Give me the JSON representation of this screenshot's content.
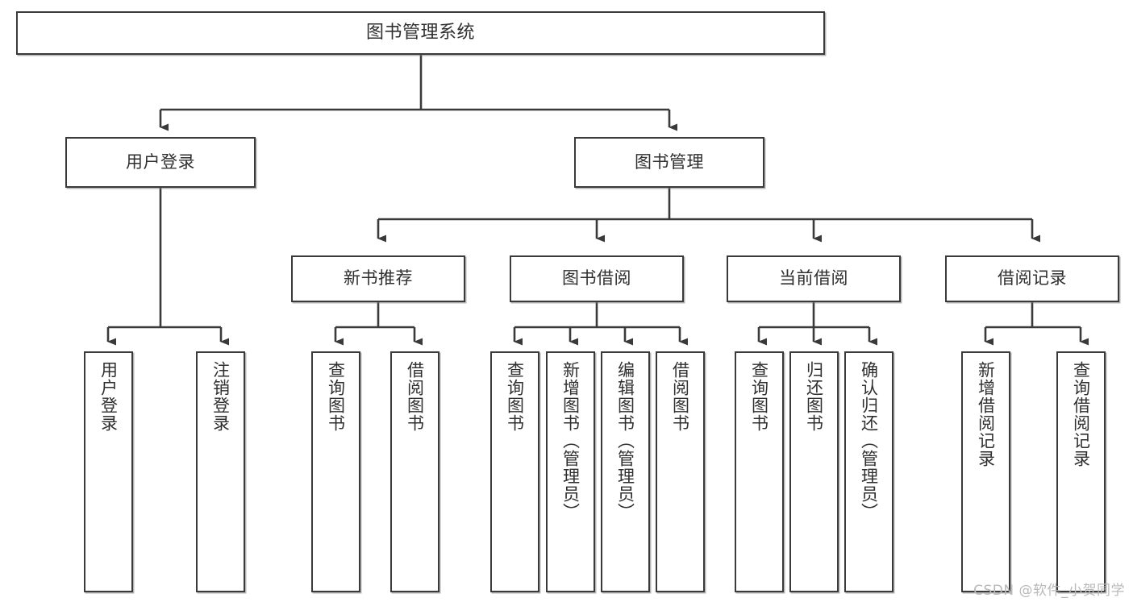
{
  "diagram": {
    "title": "图书管理系统",
    "type": "hierarchy-tree",
    "orientation": "top-down",
    "line_color": "#3a3a3a",
    "box_fill": "#ffffff",
    "text_color": "#2f2f2f",
    "root": {
      "label": "图书管理系统"
    },
    "level2": [
      {
        "label": "用户登录"
      },
      {
        "label": "图书管理"
      }
    ],
    "level3": [
      {
        "label": "新书推荐"
      },
      {
        "label": "图书借阅"
      },
      {
        "label": "当前借阅"
      },
      {
        "label": "借阅记录"
      }
    ],
    "leaves": {
      "user_login": [
        {
          "label": "用户登录"
        },
        {
          "label": "注销登录"
        }
      ],
      "new_book_recommend": [
        {
          "label": "查询图书"
        },
        {
          "label": "借阅图书"
        }
      ],
      "book_borrow": [
        {
          "label": "查询图书"
        },
        {
          "label": "新增图书（管理员）"
        },
        {
          "label": "编辑图书（管理员）"
        },
        {
          "label": "借阅图书"
        }
      ],
      "current_borrow": [
        {
          "label": "查询图书"
        },
        {
          "label": "归还图书"
        },
        {
          "label": "确认归还（管理员）"
        }
      ],
      "borrow_record": [
        {
          "label": "新增借阅记录"
        },
        {
          "label": "查询借阅记录"
        }
      ]
    }
  },
  "watermark": {
    "text": "CSDN @软件_小贺同学"
  }
}
